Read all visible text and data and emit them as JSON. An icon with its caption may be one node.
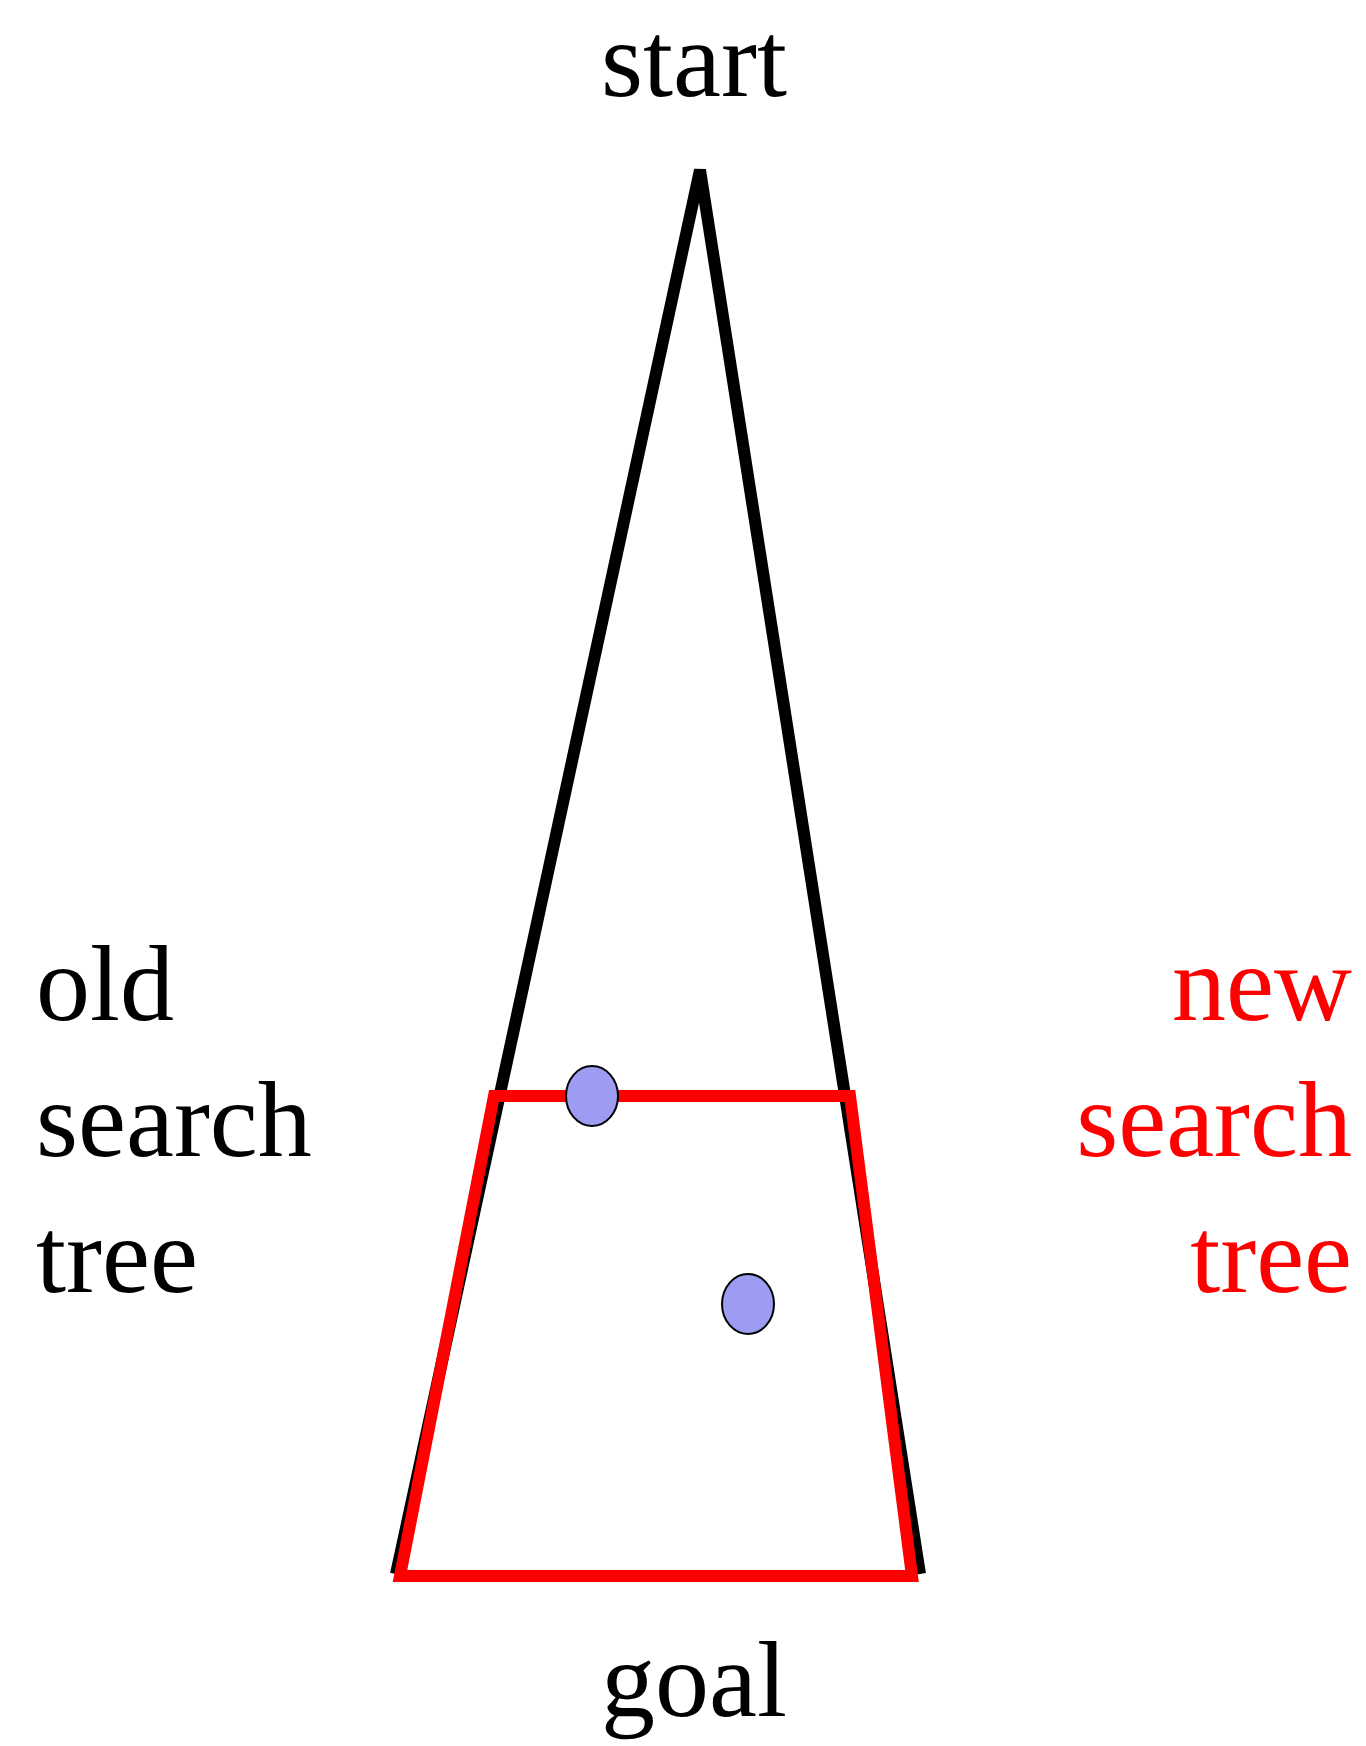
{
  "diagram": {
    "labels": [
      "start",
      "old search tree",
      "new search tree",
      "goal"
    ]
  }
}
